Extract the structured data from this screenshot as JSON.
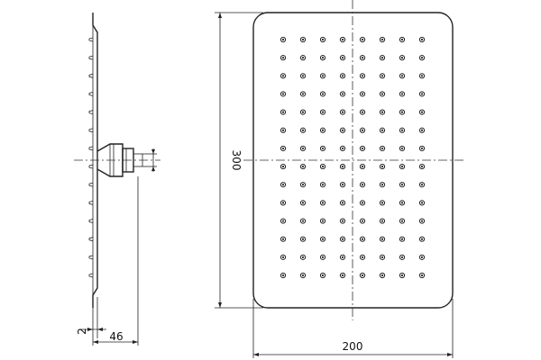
{
  "drawing": {
    "front_view": {
      "width_label": "200",
      "height_label": "300",
      "nozzle_columns": 8,
      "nozzle_rows": 14
    },
    "side_view": {
      "plate_thickness_label": "2",
      "depth_label": "46",
      "side_nozzle_count": 14
    },
    "line_color": "#222222",
    "background": "#ffffff"
  }
}
